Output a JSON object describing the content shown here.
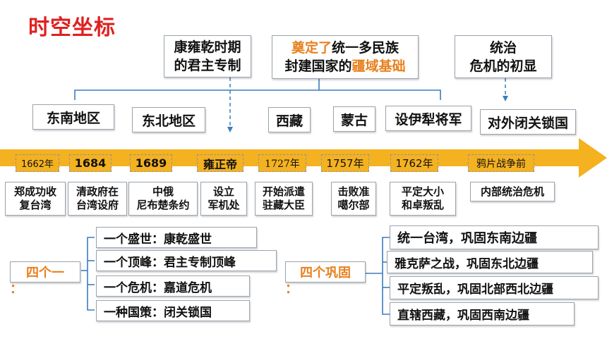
{
  "title": "时空坐标",
  "top_boxes": {
    "absolutism": [
      "康雍乾时期",
      "的君主专制"
    ],
    "territory_line1_highlight": "奠定了",
    "territory_line1_rest": "统一多民族",
    "territory_line2_rest": "封建国家的",
    "territory_line2_highlight": "疆域基础",
    "crisis": [
      "统治",
      "危机的初显"
    ]
  },
  "regions": [
    "东南地区",
    "东北地区",
    "西藏",
    "蒙古",
    "设伊犁将军",
    "对外闭关锁国"
  ],
  "timeline_marks": [
    "1662年",
    "1684",
    "1689",
    "雍正帝",
    "1727年",
    "1757年",
    "1762年",
    "鸦片战争前"
  ],
  "events": [
    [
      "郑成功收",
      "复台湾"
    ],
    [
      "清政府在",
      "台湾设府"
    ],
    [
      "中俄",
      "尼布楚条约"
    ],
    [
      "设立",
      "军机处"
    ],
    [
      "开始派遣",
      "驻藏大臣"
    ],
    [
      "击败准",
      "噶尔部"
    ],
    [
      "平定大小",
      "和卓叛乱"
    ],
    [
      "内部统治危机"
    ]
  ],
  "summary_left": {
    "label": "四个一",
    "colon": "：",
    "items": [
      "一个盛世：康乾盛世",
      "一个顶峰：君主专制顶峰",
      "一个危机：嘉道危机",
      "一种国策：闭关锁国"
    ]
  },
  "summary_right": {
    "label": "四个巩固",
    "colon": "：",
    "items": [
      "统一台湾，巩固东南边疆",
      "雅克萨之战，巩固东北边疆",
      "平定叛乱，巩固北部西北边疆",
      "直辖西藏，巩固西南边疆"
    ]
  },
  "colors": {
    "title": "#e02020",
    "accent": "#e8801e",
    "band": "#f4b120",
    "connector": "#3a7dc0"
  }
}
